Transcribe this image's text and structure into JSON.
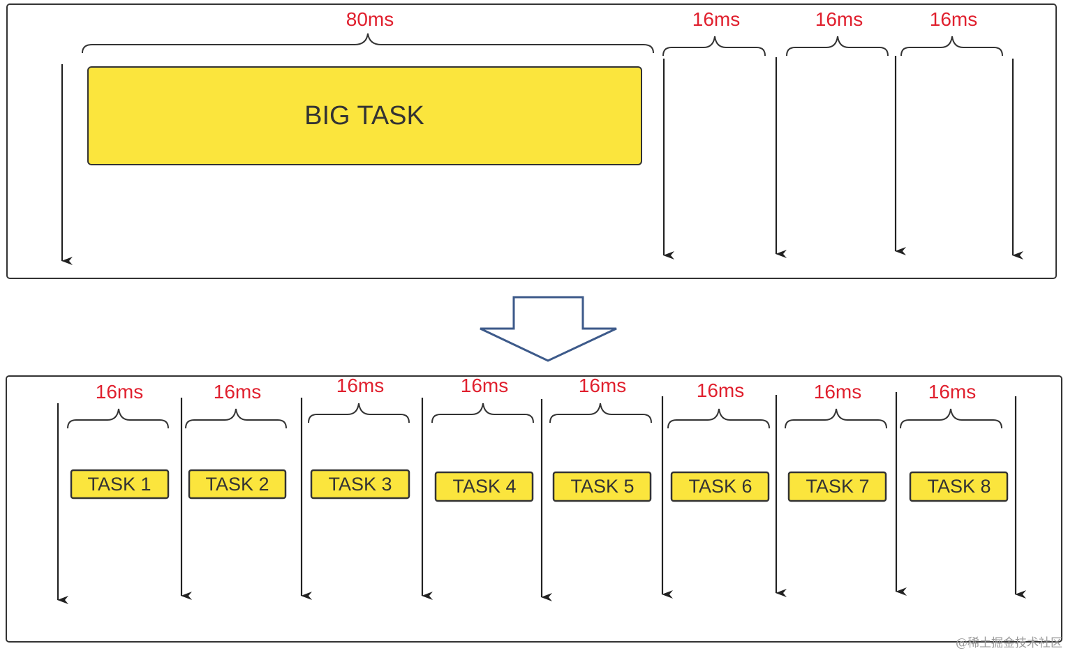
{
  "top": {
    "big_task_label": "BIG TASK",
    "intervals": [
      "80ms",
      "16ms",
      "16ms",
      "16ms"
    ]
  },
  "bottom": {
    "tasks": [
      {
        "label": "TASK 1",
        "interval": "16ms"
      },
      {
        "label": "TASK 2",
        "interval": "16ms"
      },
      {
        "label": "TASK 3",
        "interval": "16ms"
      },
      {
        "label": "TASK 4",
        "interval": "16ms"
      },
      {
        "label": "TASK 5",
        "interval": "16ms"
      },
      {
        "label": "TASK 6",
        "interval": "16ms"
      },
      {
        "label": "TASK 7",
        "interval": "16ms"
      },
      {
        "label": "TASK 8",
        "interval": "16ms"
      }
    ]
  },
  "colors": {
    "interval_text": "#e0202e",
    "task_fill": "#fbe53d",
    "task_border": "#333333",
    "arrow_stroke": "#3d5a8a",
    "frame_line": "#222222"
  },
  "watermark": "@稀土掘金技术社区"
}
